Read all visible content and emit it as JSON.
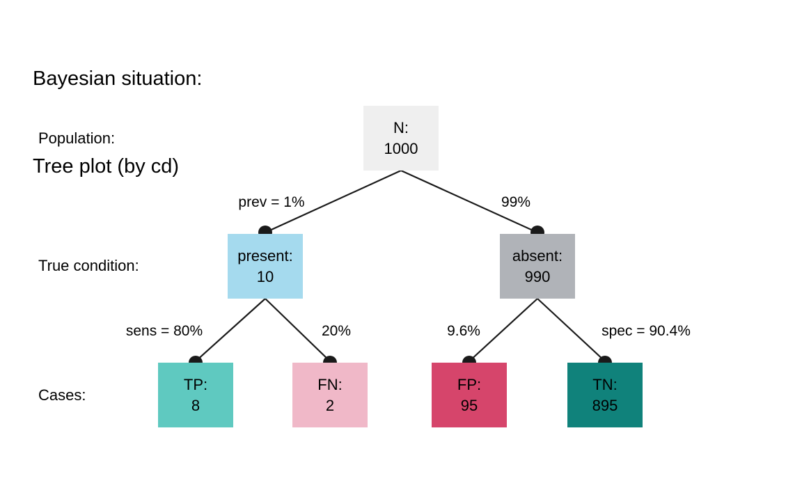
{
  "title": {
    "line1": "Bayesian situation:",
    "line2": "Tree plot (by cd)"
  },
  "row_labels": {
    "population": "Population:",
    "true_condition": "True condition:",
    "cases": "Cases:"
  },
  "nodes": {
    "n": {
      "label": "N:",
      "value": "1000",
      "color": "#efefef"
    },
    "present": {
      "label": "present:",
      "value": "10",
      "color": "#a5daee"
    },
    "absent": {
      "label": "absent:",
      "value": "990",
      "color": "#b0b3b8"
    },
    "tp": {
      "label": "TP:",
      "value": "8",
      "color": "#5fc9c0"
    },
    "fn": {
      "label": "FN:",
      "value": "2",
      "color": "#f0b8c8"
    },
    "fp": {
      "label": "FP:",
      "value": "95",
      "color": "#d6456b"
    },
    "tn": {
      "label": "TN:",
      "value": "895",
      "color": "#10827b"
    }
  },
  "edge_labels": {
    "prev": "prev = 1%",
    "comp_prev": "99%",
    "sens": "sens = 80%",
    "comp_sens": "20%",
    "comp_spec": "9.6%",
    "spec": "spec = 90.4%"
  },
  "chart_data": {
    "type": "tree",
    "title": "Bayesian situation: Tree plot (by cd)",
    "levels": [
      "Population:",
      "True condition:",
      "Cases:"
    ],
    "nodes": [
      {
        "id": "N",
        "label": "N:",
        "value": 1000,
        "level": 0,
        "color": "#efefef"
      },
      {
        "id": "present",
        "label": "present:",
        "value": 10,
        "level": 1,
        "color": "#a5daee"
      },
      {
        "id": "absent",
        "label": "absent:",
        "value": 990,
        "level": 1,
        "color": "#b0b3b8"
      },
      {
        "id": "TP",
        "label": "TP:",
        "value": 8,
        "level": 2,
        "color": "#5fc9c0"
      },
      {
        "id": "FN",
        "label": "FN:",
        "value": 2,
        "level": 2,
        "color": "#f0b8c8"
      },
      {
        "id": "FP",
        "label": "FP:",
        "value": 95,
        "level": 2,
        "color": "#d6456b"
      },
      {
        "id": "TN",
        "label": "TN:",
        "value": 895,
        "level": 2,
        "color": "#10827b"
      }
    ],
    "edges": [
      {
        "from": "N",
        "to": "present",
        "label": "prev = 1%",
        "value": 0.01
      },
      {
        "from": "N",
        "to": "absent",
        "label": "99%",
        "value": 0.99
      },
      {
        "from": "present",
        "to": "TP",
        "label": "sens = 80%",
        "value": 0.8
      },
      {
        "from": "present",
        "to": "FN",
        "label": "20%",
        "value": 0.2
      },
      {
        "from": "absent",
        "to": "FP",
        "label": "9.6%",
        "value": 0.096
      },
      {
        "from": "absent",
        "to": "TN",
        "label": "spec = 90.4%",
        "value": 0.904
      }
    ]
  }
}
